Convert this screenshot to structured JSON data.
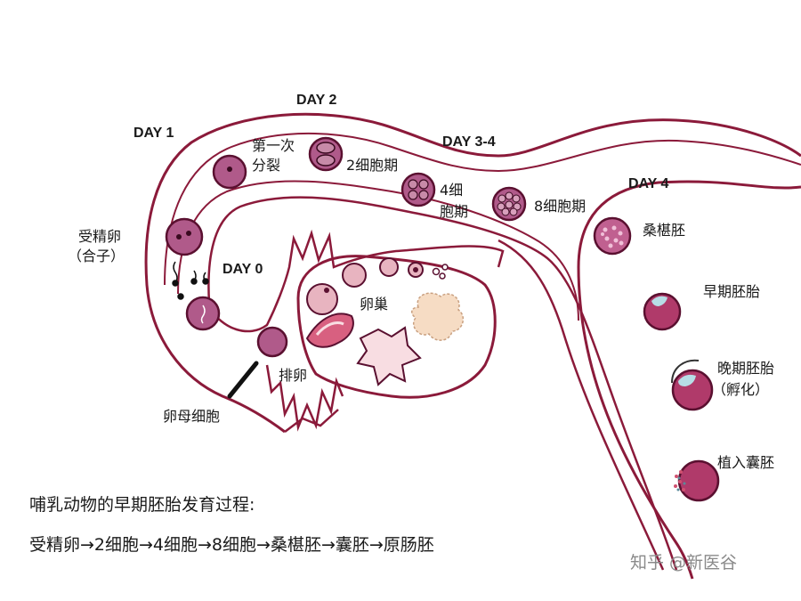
{
  "days": {
    "day0": "DAY 0",
    "day1": "DAY 1",
    "day2": "DAY 2",
    "day34": "DAY 3-4",
    "day4": "DAY 4"
  },
  "labels": {
    "first_division_line1": "第一次",
    "first_division_line2": "分裂",
    "two_cell": "2细胞期",
    "four_cell_line1": "4细",
    "four_cell_line2": "胞期",
    "eight_cell": "8细胞期",
    "morula": "桑椹胚",
    "zygote_line1": "受精卵",
    "zygote_line2": "（合子）",
    "ovary": "卵巢",
    "ovulation": "排卵",
    "oocyte": "卵母细胞",
    "early_blastocyst": "早期胚胎",
    "late_blastocyst_line1": "晚期胚胎",
    "late_blastocyst_line2": "（孵化）",
    "implanted_blastocyst": "植入囊胚"
  },
  "caption": {
    "line1": "哺乳动物的早期胚胎发育过程:",
    "line2": "受精卵→2细胞→4细胞→8细胞→桑椹胚→囊胚→原肠胚"
  },
  "watermark": "知乎 @新医谷",
  "colors": {
    "outline": "#8b1a3a",
    "cell_fill": "#b05a8a",
    "cell_ring": "#5a1030",
    "ovary_pink": "#e8b4c0",
    "corpus_luteum": "#f6dcc4",
    "body_pink": "#d86080",
    "hatch_blue": "#b7dde6"
  }
}
